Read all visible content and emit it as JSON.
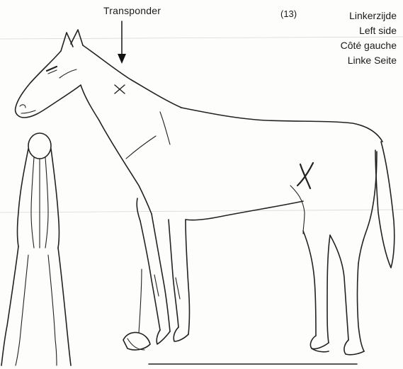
{
  "labels": {
    "transponder": "Transponder"
  },
  "legend": {
    "number": "(13)",
    "lines": [
      "Linkerzijde",
      "Left side",
      "Côté gauche",
      "Linke Seite"
    ]
  },
  "markings": {
    "transponder_mark": "×",
    "flank_mark": "X"
  }
}
